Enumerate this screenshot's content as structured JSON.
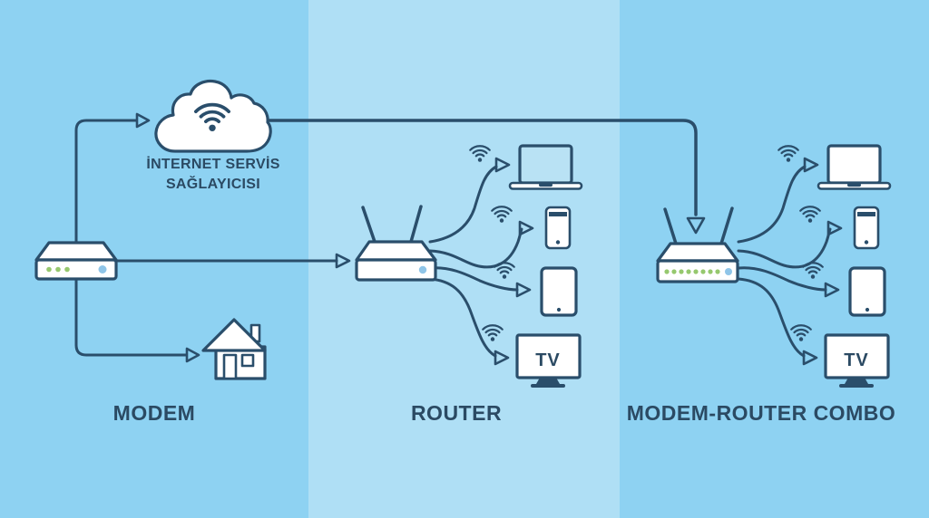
{
  "diagram": {
    "type": "network-topology-infographic",
    "language": "Turkish",
    "sections": [
      {
        "id": "modem",
        "label": "MODEM"
      },
      {
        "id": "router",
        "label": "ROUTER"
      },
      {
        "id": "combo",
        "label": "MODEM-ROUTER COMBO"
      }
    ],
    "isp_cloud": {
      "label_line1": "İNTERNET SERVİS",
      "label_line2": "SAĞLAYICISI",
      "icon": "cloud-wifi-icon"
    },
    "devices": {
      "tv_label": "TV",
      "connected_clients": [
        "laptop",
        "smartphone",
        "tablet",
        "tv"
      ]
    },
    "connections": [
      "modem-to-isp-cloud",
      "modem-to-house",
      "modem-to-router",
      "isp-cloud-to-modem-router-combo",
      "router-to-laptop-wifi",
      "router-to-smartphone-wifi",
      "router-to-tablet-wifi",
      "router-to-tv-wifi",
      "combo-to-laptop-wifi",
      "combo-to-smartphone-wifi",
      "combo-to-tablet-wifi",
      "combo-to-tv-wifi"
    ],
    "icons": [
      "cloud-wifi-icon",
      "modem-icon",
      "house-icon",
      "router-icon",
      "modem-router-combo-icon",
      "laptop-icon",
      "smartphone-icon",
      "tablet-icon",
      "tv-icon",
      "wifi-signal-icon",
      "arrow-icon"
    ],
    "colors": {
      "band_outer": "#8ed2f2",
      "band_middle": "#afdff5",
      "outline_navy": "#2a4e6b",
      "text_navy": "#2b4a63",
      "device_white": "#ffffff",
      "cloud_wifi_blue": "#9ed3ea",
      "indicator_green": "#96c86e",
      "indicator_blue": "#8fc5e8",
      "laptop_screen_blue": "#b9e2f4"
    }
  }
}
